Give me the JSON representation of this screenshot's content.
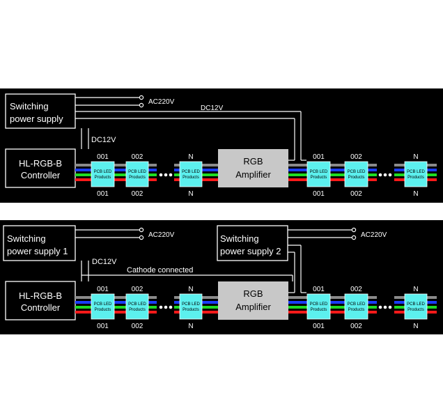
{
  "diagram1": {
    "psu_label_line1": "Switching",
    "psu_label_line2": "power supply",
    "ac_label": "AC220V",
    "dc_label_main": "DC12V",
    "dc_label_ctrl": "DC12V",
    "controller_line1": "HL-RGB-B",
    "controller_line2": "Controller",
    "amp_line1": "RGB",
    "amp_line2": "Amplifier",
    "led_line1": "PCB LED",
    "led_line2": "Products",
    "ids": [
      "001",
      "002",
      "N",
      "001",
      "002",
      "N"
    ]
  },
  "diagram2": {
    "psu1_line1": "Switching",
    "psu1_line2": "power supply 1",
    "psu2_line1": "Switching",
    "psu2_line2": "power supply 2",
    "ac_label_1": "AC220V",
    "ac_label_2": "AC220V",
    "dc_label": "DC12V",
    "cathode_label": "Cathode connected",
    "controller_line1": "HL-RGB-B",
    "controller_line2": "Controller",
    "amp_line1": "RGB",
    "amp_line2": "Amplifier",
    "led_line1": "PCB LED",
    "led_line2": "Products",
    "ids": [
      "001",
      "002",
      "N",
      "001",
      "002",
      "N"
    ]
  },
  "colors": {
    "panel_bg": "#000000",
    "line": "#ffffff",
    "amp_fill": "#c8c8c8",
    "led_fill": "#5cf0ee",
    "wire_gray": "#8a8a8a",
    "wire_blue": "#1a3cff",
    "wire_green": "#1fdc22",
    "wire_red": "#ff1a1a"
  }
}
